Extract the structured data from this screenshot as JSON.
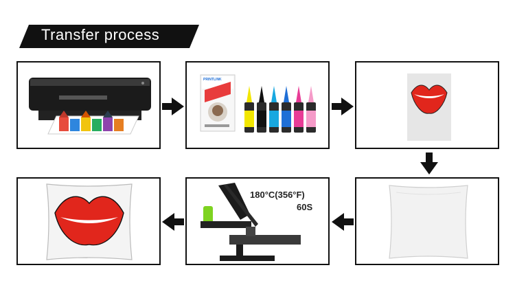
{
  "title": "Transfer process",
  "steps": [
    {
      "id": "print",
      "icon": "printer-icon"
    },
    {
      "id": "supplies",
      "icon": "paper-and-ink-icon",
      "paper_brand": "PRINTLINK"
    },
    {
      "id": "printed-transfer",
      "icon": "lips-transfer-icon"
    },
    {
      "id": "blank-pillow",
      "icon": "blank-pillow-icon"
    },
    {
      "id": "heat-press",
      "icon": "heat-press-icon",
      "temperature": "180°C(356°F)",
      "time": "60S"
    },
    {
      "id": "finished-pillow",
      "icon": "lips-pillow-icon"
    }
  ],
  "ink_colors": [
    "#f2e600",
    "#111111",
    "#19a8e0",
    "#1f6fd6",
    "#e83c96",
    "#f59ac8"
  ],
  "colors": {
    "banner": "#111111",
    "arrow": "#111111",
    "lips": "#e1261c",
    "press_accent": "#7ed321"
  }
}
